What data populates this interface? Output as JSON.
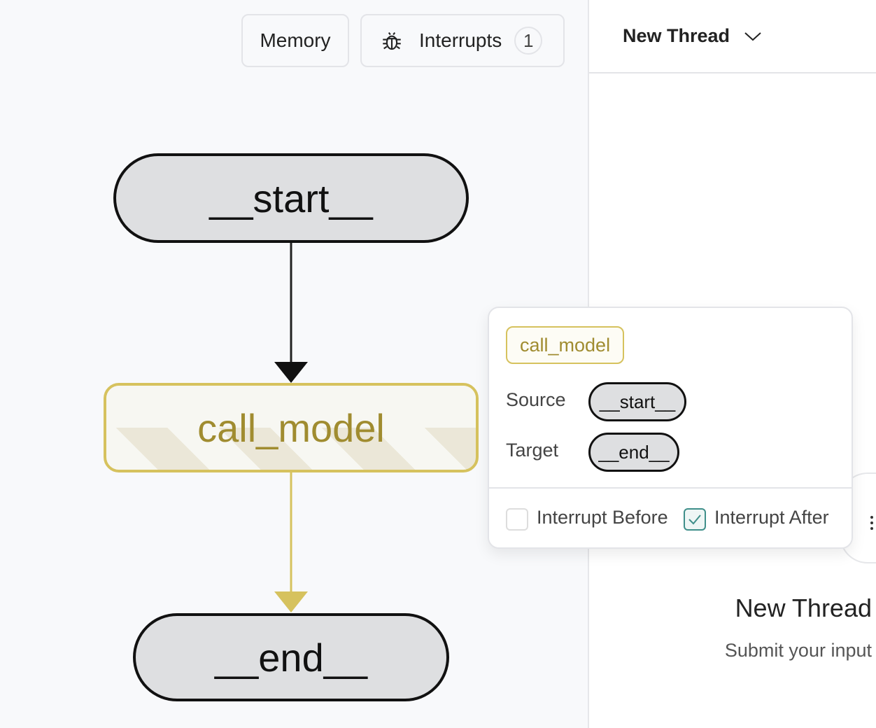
{
  "toolbar": {
    "memory_label": "Memory",
    "interrupts_label": "Interrupts",
    "interrupts_count": "1",
    "interrupts_icon": "bug-icon"
  },
  "graph": {
    "nodes": {
      "start": "__start__",
      "call_model": "call_model",
      "end": "__end__"
    },
    "colors": {
      "active": "#d6c25e",
      "active_text": "#a08c30",
      "node_fill": "#dedfe1"
    }
  },
  "popup": {
    "node_name": "call_model",
    "source_label": "Source",
    "source_value": "__start__",
    "target_label": "Target",
    "target_value": "__end__",
    "interrupt_before_label": "Interrupt Before",
    "interrupt_before_checked": false,
    "interrupt_after_label": "Interrupt After",
    "interrupt_after_checked": true
  },
  "thread": {
    "title": "New Thread",
    "empty_title": "New Thread",
    "empty_subtitle": "Submit your input"
  }
}
